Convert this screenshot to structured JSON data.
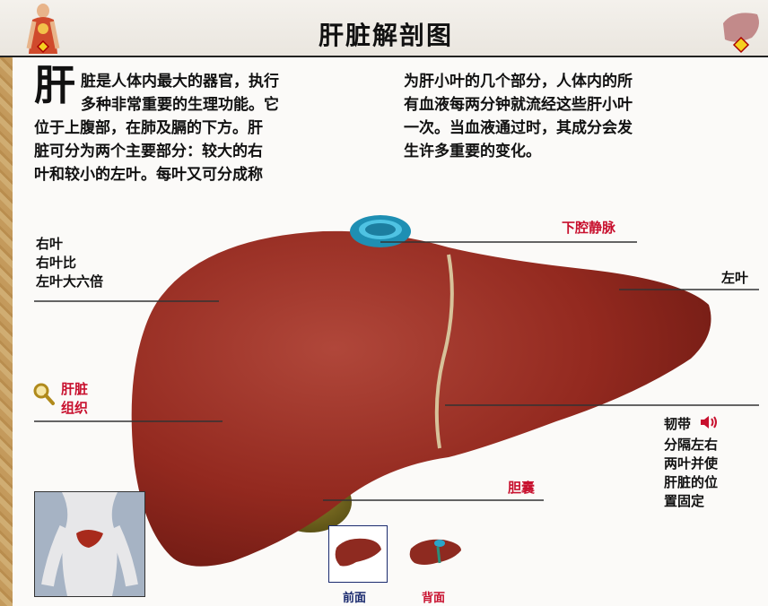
{
  "title": "肝脏解剖图",
  "intro": {
    "big_char": "肝",
    "left_lines": [
      "脏是人体内最大的器官，执行",
      "多种非常重要的生理功能。它",
      "位于上腹部，在肺及膈的下方。肝",
      "脏可分为两个主要部分：较大的右",
      "叶和较小的左叶。每叶又可分成称"
    ],
    "right_lines": [
      "为肝小叶的几个部分，人体内的所",
      "有血液每两分钟就流经这些肝小叶",
      "一次。当血液通过时，其成分会发",
      "生许多重要的变化。"
    ]
  },
  "labels": {
    "right_lobe": "右叶",
    "right_lobe_note1": "右叶比",
    "right_lobe_note2": "左叶大六倍",
    "ivc": "下腔静脉",
    "left_lobe": "左叶",
    "tissue1": "肝脏",
    "tissue2": "组织",
    "ligament": "韧带",
    "ligament_desc": [
      "分隔左右",
      "两叶并使",
      "肝脏的位",
      "置固定"
    ],
    "gallbladder": "胆囊",
    "front_view": "前面",
    "back_view": "背面"
  },
  "colors": {
    "liver": "#8e2a20",
    "accent_red": "#c8102e",
    "ivc": "#2aa6c9",
    "gallbladder": "#7a6a1e"
  }
}
